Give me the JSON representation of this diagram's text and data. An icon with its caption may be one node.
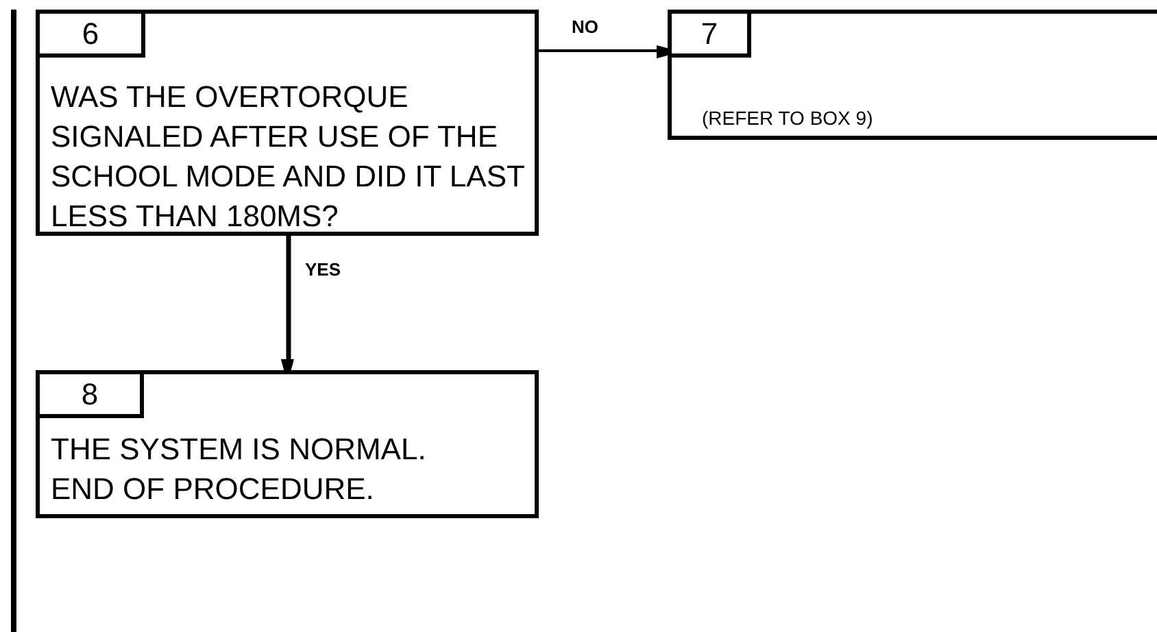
{
  "diagram": {
    "nodes": [
      {
        "text": [
          "WAS THE OVERTORQUE SIGNALED AFTER USE OF THE SCHOOL MODE AND DID IT LAST LESS THAN 180MS?"
        ]
      },
      {
        "text": [
          "6"
        ],
        "in": 0
      },
      {
        "text": [
          "(REFER TO BOX 9)"
        ]
      },
      {
        "text": [
          "7"
        ],
        "in": 2
      },
      {
        "text": [
          "THE SYSTEM IS NORMAL. END OF PROCEDURE."
        ]
      },
      {
        "text": [
          "8"
        ],
        "in": 4
      }
    ],
    "edges": [
      {
        "from": 0,
        "to": 2,
        "arrow": "to",
        "label": "NO"
      },
      {
        "from": 0,
        "to": 4,
        "arrow": "to",
        "label": "YES"
      }
    ]
  }
}
